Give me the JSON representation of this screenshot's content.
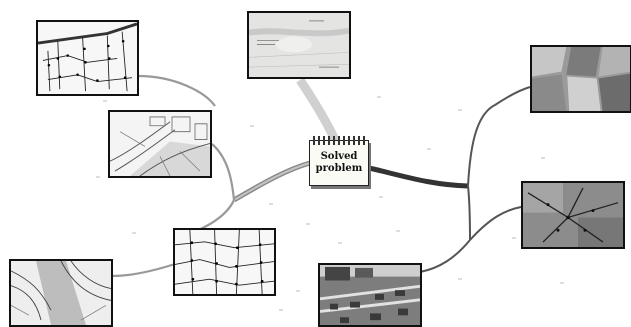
{
  "central_node": {
    "label": "Solved\nproblem"
  },
  "thumbnails": [
    {
      "name": "thumbnail-street-network-map-a",
      "kind": "network-map"
    },
    {
      "name": "thumbnail-cadastral-map",
      "kind": "cadastral-map"
    },
    {
      "name": "thumbnail-street-network-map-b",
      "kind": "network-map"
    },
    {
      "name": "thumbnail-topographic-map",
      "kind": "topo-map"
    },
    {
      "name": "thumbnail-scanned-map-sheet",
      "kind": "scan"
    },
    {
      "name": "thumbnail-aerial-fields",
      "kind": "aerial"
    },
    {
      "name": "thumbnail-aerial-road-network",
      "kind": "aerial-network"
    },
    {
      "name": "thumbnail-aerial-oblique-town",
      "kind": "aerial-oblique"
    }
  ],
  "colors": {
    "branch_left": "#8a8a8a",
    "branch_right": "#333333",
    "frame": "#111111"
  }
}
